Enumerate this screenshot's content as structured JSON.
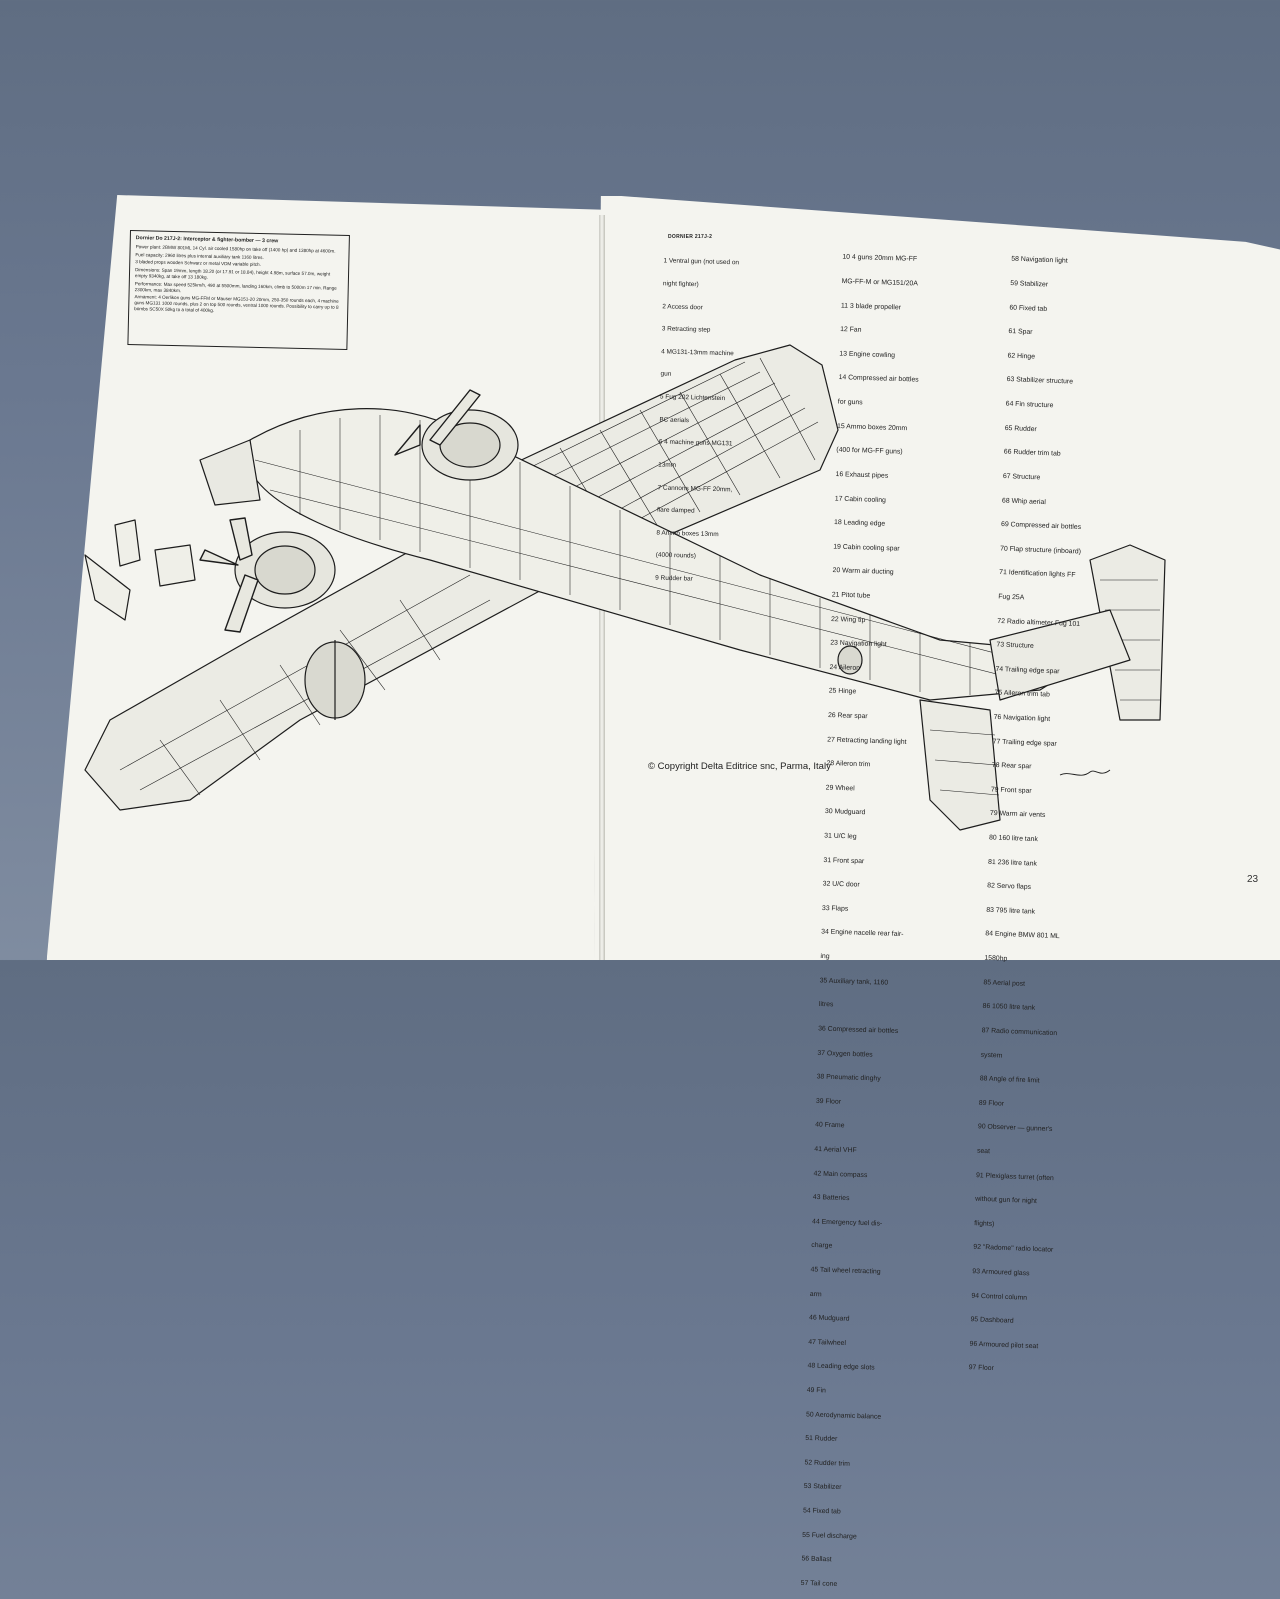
{
  "specs": {
    "title": "Dornier Do 217J-2: Interceptor & fighter-bomber — 3 crew",
    "paragraphs": [
      "Power plant: 2BMW 801ML 14 Cyl. air cooled 1580hp on take off (1400 hp) and 1380hp at 4600m.",
      "Fuel capacity: 2960 litres plus internal auxiliary tank 1160 litres.",
      "3 bladed props wooden Schwarz or metal VDM variable pitch.",
      "Dimensions: Span 19mm, length 18.20 (or 17.91 or 18.84), height 4.98m, surface 57.0m, weight empty 9340kg, at take off 13 180kg.",
      "Performance: Max speed 525km/h, 490 at 5500mm, landing 160km, climb to 5000m 17 min. Range 2300km, max 3840km.",
      "Armament: 4 Oerlikon guns MG-FFM or Mauser MG151-20 20mm, 250-350 rounds each, 4 machine guns MG131 1000 rounds, plus 2 on top 500 rounds, ventral 1000 rounds. Possibility to carry up to 8 bombs SC50X 50kg to a total of 400kg."
    ]
  },
  "legend_title": "DORNIER 217J-2",
  "legend_col1": [
    "1  Ventral gun (not used on",
    "    night fighter)",
    "2  Access door",
    "3  Retracting step",
    "4  MG131-13mm machine",
    "    gun",
    "5  Fug 202 Lichtenstein",
    "    BC aerials",
    "6  4 machine guns MG131",
    "    13mm",
    "7  Cannons MG-FF 20mm,",
    "    flare damped",
    "8  Ammo boxes 13mm",
    "    (4000 rounds)",
    "9  Rudder bar"
  ],
  "legend_col2": [
    "10  4 guns 20mm MG-FF",
    "      MG-FF-M or MG151/20A",
    "11  3 blade propeller",
    "12  Fan",
    "13  Engine cowling",
    "14  Compressed air bottles",
    "      for guns",
    "15  Ammo boxes 20mm",
    "      (400 for MG-FF guns)",
    "16  Exhaust pipes",
    "17  Cabin cooling",
    "18  Leading edge",
    "19  Cabin cooling spar",
    "20  Warm air ducting",
    "21  Pitot tube",
    "22  Wing tip",
    "23  Navigation light",
    "24  Aileron",
    "25  Hinge",
    "26  Rear spar",
    "27  Retracting landing light",
    "28  Aileron trim",
    "29  Wheel",
    "30  Mudguard",
    "31  U/C leg",
    "31  Front spar",
    "32  U/C door",
    "33  Flaps",
    "34  Engine nacelle rear fair-",
    "      ing",
    "35  Auxiliary tank, 1160",
    "      litres",
    "36  Compressed air bottles",
    "37  Oxygen bottles",
    "38  Pneumatic dinghy",
    "39  Floor",
    "40  Frame",
    "41  Aerial VHF",
    "42  Main compass",
    "43  Batteries",
    "44  Emergency fuel dis-",
    "      charge",
    "45  Tail wheel retracting",
    "      arm",
    "46  Mudguard",
    "47  Tailwheel",
    "48  Leading edge slots",
    "49  Fin",
    "50  Aerodynamic balance",
    "51  Rudder",
    "52  Rudder trim",
    "53  Stabilizer",
    "54  Fixed tab",
    "55  Fuel discharge",
    "56  Ballast",
    "57  Tail cone"
  ],
  "legend_col3": [
    "58  Navigation light",
    "59  Stabilizer",
    "60  Fixed tab",
    "61  Spar",
    "62  Hinge",
    "63  Stabilizer structure",
    "64  Fin structure",
    "65  Rudder",
    "66  Rudder trim tab",
    "67  Structure",
    "68  Whip aerial",
    "69  Compressed air bottles",
    "70  Flap structure (inboard)",
    "71  Identification lights FF",
    "      Fug 25A",
    "72  Radio altimeter Fug 101",
    "73  Structure",
    "74  Trailing edge spar",
    "75  Aileron trim tab",
    "76  Navigation light",
    "77  Trailing edge spar",
    "78  Rear spar",
    "79  Front spar",
    "79  Warm air vents",
    "80  160 litre tank",
    "81  236 litre tank",
    "82  Servo flaps",
    "83  795 litre tank",
    "84  Engine BMW 801 ML",
    "      1580hp",
    "85  Aerial post",
    "86  1050 litre tank",
    "87  Radio communication",
    "      system",
    "88  Angle of fire limit",
    "89  Floor",
    "90  Observer — gunner's",
    "      seat",
    "91  Plexiglass turret (often",
    "      without gun for night",
    "      flights)",
    "92  \"Radome\" radio locator",
    "93  Armoured glass",
    "94  Control column",
    "95  Dashboard",
    "96  Armoured pilot seat",
    "97  Floor"
  ],
  "copyright": "© Copyright Delta Editrice snc, Parma, Italy",
  "page_number": "23"
}
